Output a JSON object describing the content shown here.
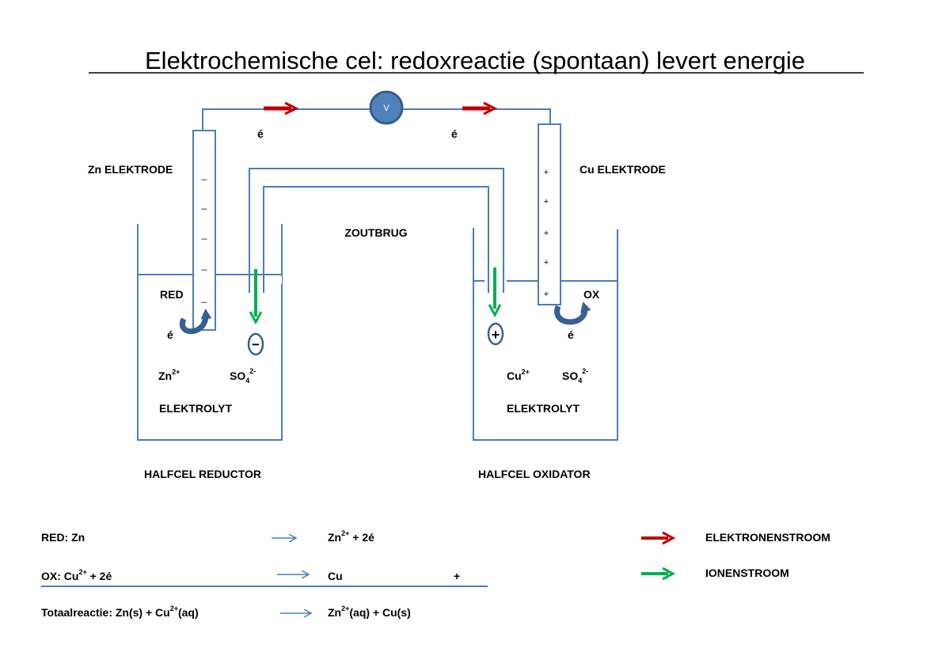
{
  "title": "Elektrochemische cel: redoxreactie (spontaan) levert energie",
  "colors": {
    "wire": "#4a7ebb",
    "electron_arrow": "#c00000",
    "ion_arrow": "#00b050",
    "voltmeter_fill": "#4f81bd",
    "voltmeter_stroke": "#385d8a",
    "curved_arrow": "#376092"
  },
  "voltmeter_label": "V",
  "electron_symbol": "é",
  "left": {
    "electrode_label": "Zn ELEKTRODE",
    "electrode_signs": [
      "_",
      "_",
      "_",
      "_",
      "_"
    ],
    "reaction_label": "RED",
    "electron_label": "é",
    "ion_label": "Zn",
    "ion_charge": "2+",
    "anion_label": "SO",
    "anion_sub": "4",
    "anion_charge": "2-",
    "bubble_sign": "−",
    "electrolyte_label": "ELEKTROLYT",
    "halfcel_label": "HALFCEL REDUCTOR"
  },
  "right": {
    "electrode_label": "Cu ELEKTRODE",
    "electrode_signs": [
      "+",
      "+",
      "+",
      "+",
      "+"
    ],
    "reaction_label": "OX",
    "electron_label": "é",
    "ion_label": "Cu",
    "ion_charge": "2+",
    "anion_label": "SO",
    "anion_sub": "4",
    "anion_charge": "2-",
    "bubble_sign": "+",
    "electrolyte_label": "ELEKTROLYT",
    "halfcel_label": "HALFCEL OXIDATOR"
  },
  "bridge_label": "ZOUTBRUG",
  "equations": {
    "red": {
      "left": "RED: Zn",
      "right_ion": "Zn",
      "right_charge": "2+",
      "right_rest": " + 2é"
    },
    "ox": {
      "left_a": "OX:  Cu",
      "left_charge": "2+",
      "left_b": " + 2é",
      "right": "Cu",
      "plus": "+"
    },
    "total": {
      "left_a": "Totaalreactie: Zn(s) + Cu",
      "left_charge": "2+",
      "left_b": "(aq)",
      "right_a": "Zn",
      "right_charge": "2+",
      "right_b": "(aq) + Cu(s)"
    }
  },
  "legend": {
    "electron_flow": "ELEKTRONENSTROOM",
    "ion_flow": "IONENSTROOM"
  }
}
